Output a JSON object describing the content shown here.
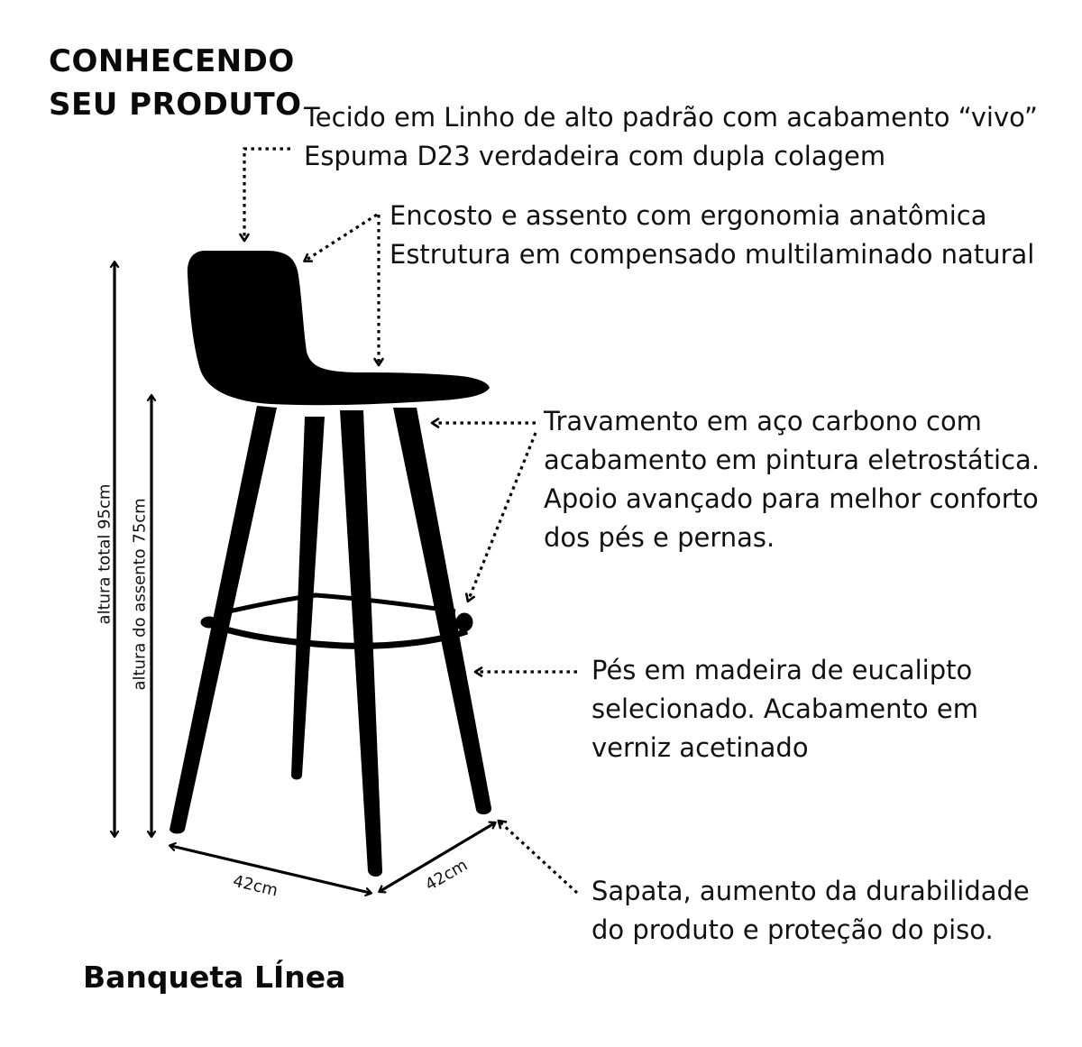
{
  "header": {
    "title_lines": [
      "CONHECENDO",
      "SEU PRODUTO"
    ]
  },
  "callouts": [
    {
      "id": "fabric",
      "lines": [
        "Tecido em Linho de alto padrão com acabamento “vivo”",
        "Espuma D23 verdadeira com dupla colagem"
      ]
    },
    {
      "id": "shell",
      "lines": [
        "Encosto e assento com ergonomia anatômica",
        "Estrutura em compensado multilaminado natural"
      ]
    },
    {
      "id": "footrest",
      "lines": [
        "Travamento em aço carbono com",
        "acabamento em pintura eletrostática.",
        "Apoio avançado para melhor conforto",
        "dos pés e pernas."
      ]
    },
    {
      "id": "legs",
      "lines": [
        "Pés em madeira de eucalipto",
        "selecionado. Acabamento em",
        "verniz acetinado"
      ]
    },
    {
      "id": "feet-caps",
      "lines": [
        "Sapata, aumento da durabilidade",
        "do produto e proteção do piso."
      ]
    }
  ],
  "dimensions": {
    "total_height": "altura total 95cm",
    "seat_height": "altura do assento 75cm",
    "width": "42cm",
    "depth": "42cm"
  },
  "product": {
    "name": "Banqueta LÍnea"
  },
  "colors": {
    "ink": "#000000",
    "text": "#111111",
    "background": "#ffffff"
  }
}
